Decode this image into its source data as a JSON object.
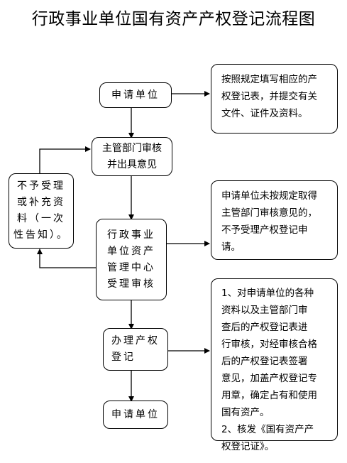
{
  "title": "行政事业单位国有资产产权登记流程图",
  "nodes": {
    "apply_unit": "申请单位",
    "supervisor": [
      "主管部门审核",
      "并出具意见"
    ],
    "rejected": [
      "不予受理",
      "或补充资",
      "料（一次",
      "性告知）。"
    ],
    "center": [
      "行政事业",
      "单位资产",
      "管理中心",
      "受理审核"
    ],
    "register": [
      "办理产权",
      "登记"
    ],
    "final_unit": "申请单位"
  },
  "notes": {
    "note1": [
      "按照规定填写相应的产",
      "权登记表，并提交有关",
      "文件、证件及资料。"
    ],
    "note2": [
      "申请单位未按规定取得",
      "主管部门审核意见的，",
      "不予受理产权登记申",
      "请。"
    ],
    "note3": [
      "1、对申请单位的各种",
      "资料以及主管部门审",
      "查后的产权登记表进",
      "行审核，对经审核合格",
      "后的产权登记表签署",
      "意见，加盖产权登记专",
      "用章，确定占有和使用",
      "国有资产。",
      "2、核发《国有资产产",
      "权登记证》。"
    ]
  }
}
